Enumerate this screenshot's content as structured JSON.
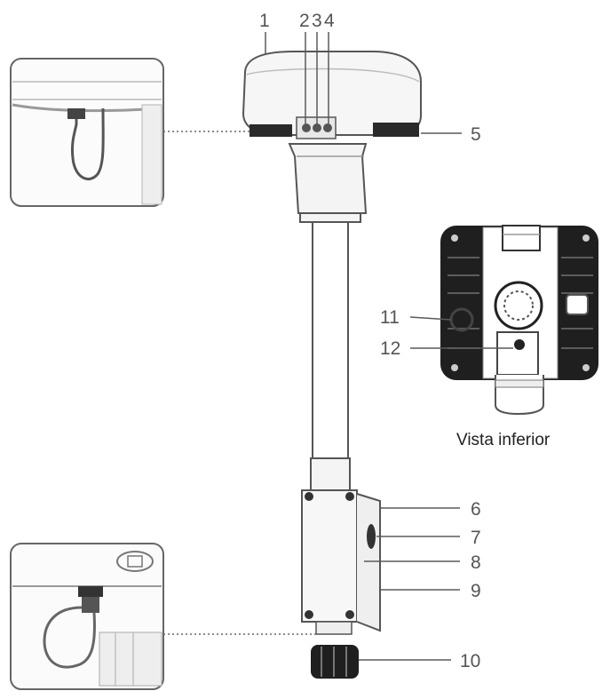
{
  "callouts": {
    "c1": "1",
    "c2": "2",
    "c3": "3",
    "c4": "4",
    "c5": "5",
    "c6": "6",
    "c7": "7",
    "c8": "8",
    "c9": "9",
    "c10": "10",
    "c11": "11",
    "c12": "12"
  },
  "bottom_view_caption": "Vista inferior",
  "colors": {
    "ink": "#5a5a5a",
    "dark_panel": "#1f1f1f",
    "label": "#555555"
  }
}
